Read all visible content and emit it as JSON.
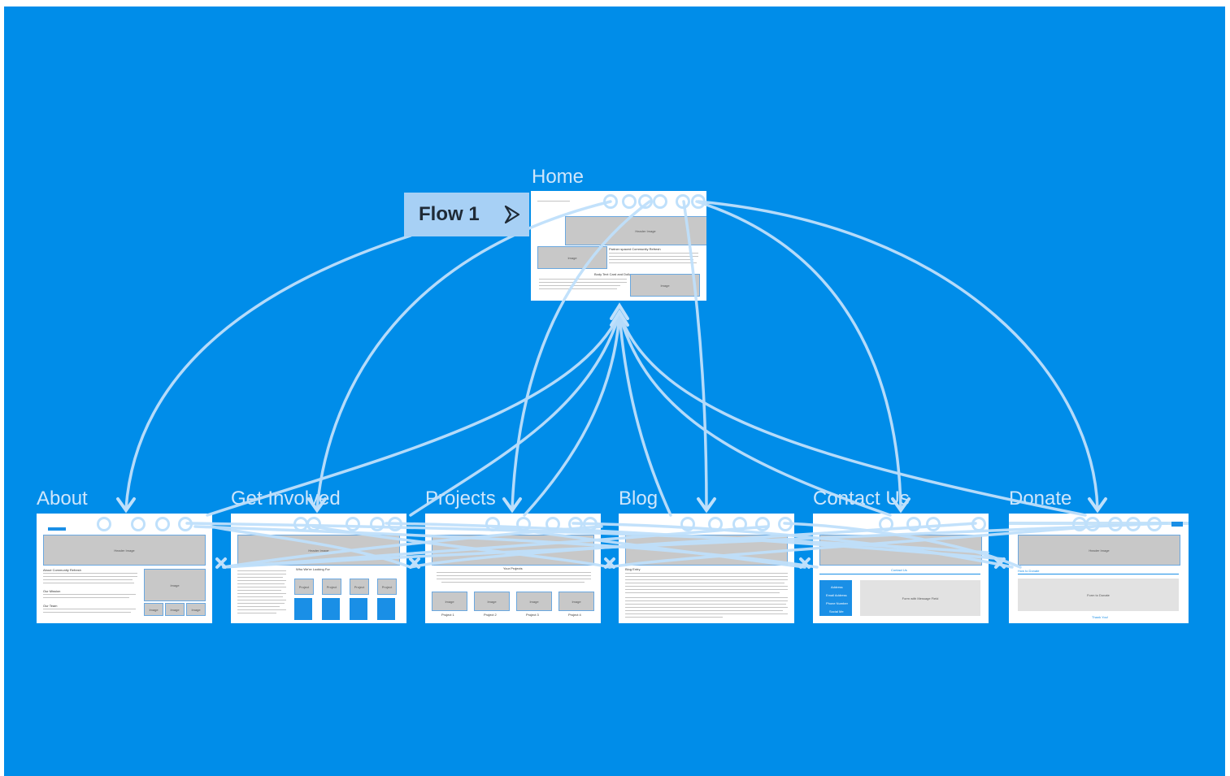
{
  "flow": {
    "name": "Flow 1",
    "play_icon": "play-icon"
  },
  "colors": {
    "canvas": "#008de9",
    "connector": "#bfe0fb",
    "frame": "#ffffff",
    "accent": "#1a8fe6"
  },
  "frames": {
    "home": {
      "label": "Home",
      "header_image": "Header Image",
      "image": "Image",
      "heading_1": "Partner spaced Community Refresh",
      "heading_2": "Body Text Card and Dollar"
    },
    "about": {
      "label": "About",
      "header_image": "Header Image",
      "image": "Image",
      "small_images": [
        "Image",
        "Image",
        "Image"
      ],
      "sections": [
        "About Community Refresh",
        "Our Mission",
        "Our Team"
      ]
    },
    "get_involved": {
      "label": "Get Involved",
      "header_image": "Header Image",
      "subheading": "Who We're Looking For",
      "projects": [
        "Project",
        "Project",
        "Project",
        "Project"
      ]
    },
    "projects": {
      "label": "Projects",
      "heading": "Your Projects",
      "images": [
        "Image",
        "Image",
        "Image",
        "Image"
      ],
      "captions": [
        "Project 1",
        "Project 2",
        "Project 3",
        "Project 4"
      ]
    },
    "blog": {
      "label": "Blog",
      "heading": "Blog Entry"
    },
    "contact_us": {
      "label": "Contact Us",
      "heading": "Contact Us",
      "form": "Form with Message Field",
      "sidebar_items": [
        "Address",
        "Email Address",
        "Phone Number",
        "Social Me"
      ]
    },
    "donate": {
      "label": "Donate",
      "header_image": "Header Image",
      "heading": "How to Donate",
      "form": "Form to Donate",
      "footer_link": "Thank You!"
    }
  }
}
